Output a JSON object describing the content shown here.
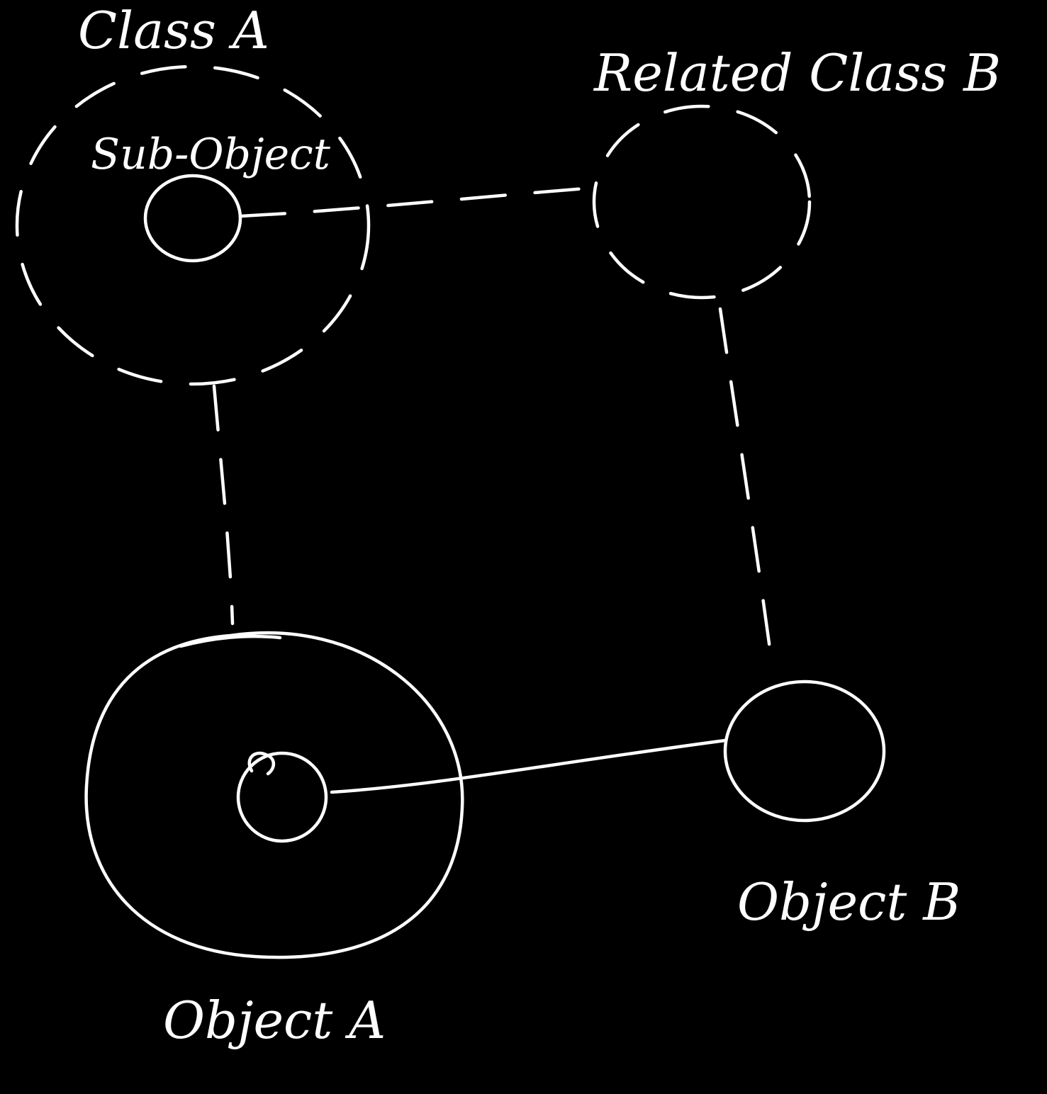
{
  "labels": {
    "class_a": "Class A",
    "related_class_b": "Related Class B",
    "sub_object": "Sub-Object",
    "object_a": "Object A",
    "object_b": "Object B"
  },
  "colors": {
    "background": "#000000",
    "ink": "#ffffff"
  },
  "connectors": [
    {
      "from": "sub-object",
      "to": "related-class-b",
      "style": "dashed"
    },
    {
      "from": "class-a",
      "to": "object-a",
      "style": "dashed"
    },
    {
      "from": "related-class-b",
      "to": "object-b",
      "style": "dashed"
    },
    {
      "from": "object-a-inner",
      "to": "object-b",
      "style": "solid"
    }
  ]
}
